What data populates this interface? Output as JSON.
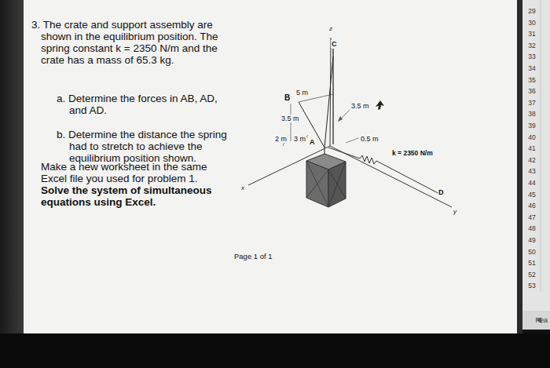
{
  "diagram": {
    "labels": [
      "3. The crate and support assembly are shown in the equilibrium position. The spring constant k = 2350 N/m and the crate has a mass of 65.3 kg.",
      "a. Determine the forces in AB, AD, and AD.",
      "b. Determine the distance the spring had to stretch to achieve the equilibrium position shown.",
      "Make a new worksheet in the same Excel file you used for problem 1.",
      "Solve the system of simultaneous equations using Excel.",
      "B",
      "5 m",
      "C",
      "3.5 m",
      "3.5 m",
      "2 m",
      "3 m",
      "A",
      "0.5 m",
      "k = 2350 N/m",
      "D",
      "z",
      "x",
      "y",
      "Page 1 of 1",
      "29",
      "30",
      "31",
      "32",
      "33",
      "34",
      "35",
      "36",
      "37",
      "38",
      "39",
      "40",
      "41",
      "42",
      "43",
      "44",
      "45",
      "46",
      "47",
      "48",
      "49",
      "50",
      "51",
      "52",
      "53",
      "Rea"
    ]
  }
}
